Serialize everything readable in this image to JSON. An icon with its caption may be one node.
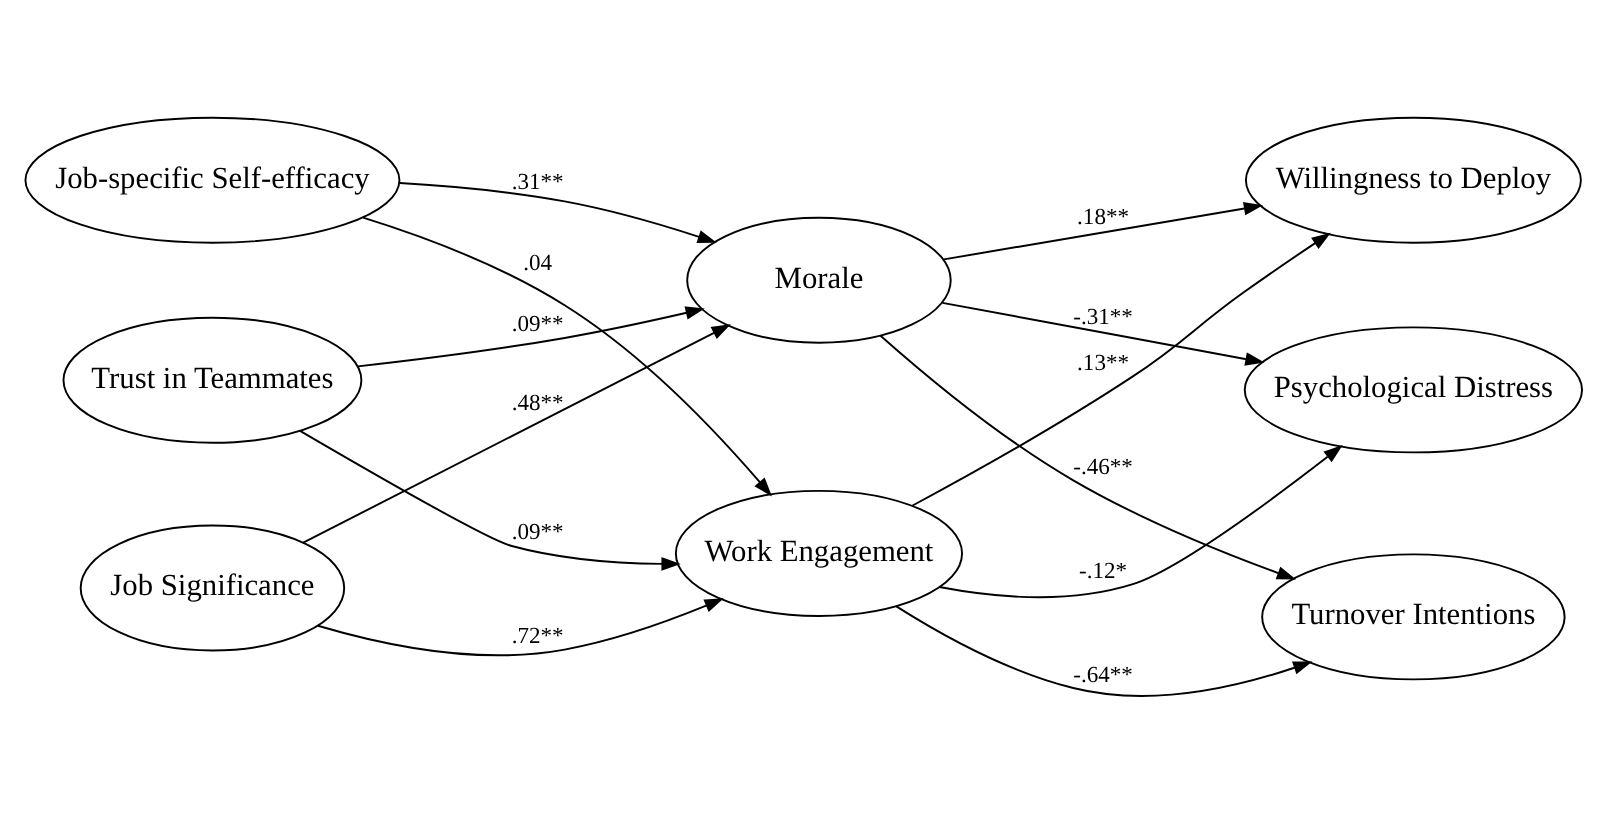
{
  "diagram": {
    "nodes": [
      {
        "text": [
          "Job-specific Self-efficacy"
        ]
      },
      {
        "text": [
          "Job Significance"
        ]
      },
      {
        "text": [
          "Trust in Teammates"
        ]
      },
      {
        "text": [
          "Morale"
        ]
      },
      {
        "text": [
          "Work Engagement"
        ]
      },
      {
        "text": [
          "Willingness to Deploy"
        ]
      },
      {
        "text": [
          "Turnover Intentions"
        ]
      },
      {
        "text": [
          "Psychological Distress"
        ]
      }
    ],
    "edges": [
      {
        "from": 0,
        "to": 3,
        "arrow": "to",
        "label": ".31**"
      },
      {
        "from": 0,
        "to": 4,
        "arrow": "to",
        "label": ".04"
      },
      {
        "from": 1,
        "to": 3,
        "arrow": "to",
        "label": ".48**"
      },
      {
        "from": 1,
        "to": 4,
        "arrow": "to",
        "label": ".72**"
      },
      {
        "from": 2,
        "to": 3,
        "arrow": "to",
        "label": ".09**"
      },
      {
        "from": 2,
        "to": 4,
        "arrow": "to",
        "label": ".09**"
      },
      {
        "from": 3,
        "to": 5,
        "arrow": "to",
        "label": ".18**"
      },
      {
        "from": 4,
        "to": 5,
        "arrow": "to",
        "label": ".13**"
      },
      {
        "from": 3,
        "to": 6,
        "arrow": "to",
        "label": "-.46**"
      },
      {
        "from": 4,
        "to": 6,
        "arrow": "to",
        "label": "-.64**"
      },
      {
        "from": 3,
        "to": 7,
        "arrow": "to",
        "label": "-.31**"
      },
      {
        "from": 4,
        "to": 7,
        "arrow": "to",
        "label": "-.12*"
      }
    ]
  }
}
